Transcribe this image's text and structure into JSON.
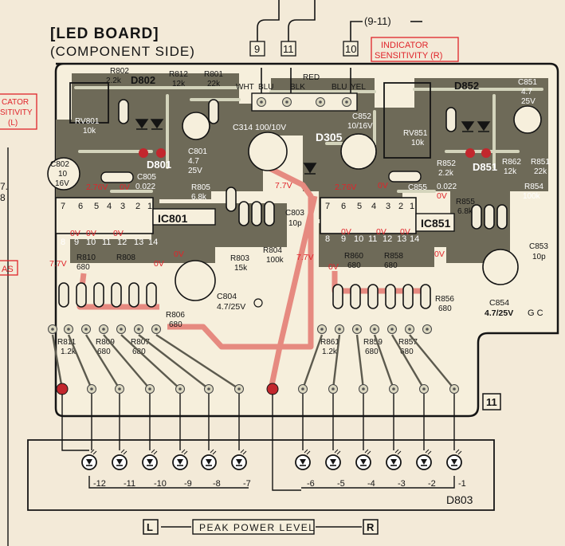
{
  "title_line1": "[LED BOARD]",
  "title_line2": "(COMPONENT SIDE)",
  "connector_bracket": "(9-11)",
  "connector_pins": [
    "9",
    "11",
    "10"
  ],
  "indicator_sensitivity_right": [
    "INDICATOR",
    "SENSITIVITY (R)"
  ],
  "indicator_sensitivity_left": [
    "CATOR",
    "SITIVITY",
    "(L)"
  ],
  "left_margin_ref": [
    "7.",
    "8"
  ],
  "left_margin_tag": "AS",
  "wire_colors": [
    "WHT",
    "BLU",
    "BLK",
    "RED",
    "BLU",
    "YEL"
  ],
  "capacitor_c314": "C314 100/10V",
  "capacitor_c852": [
    "C852",
    "10/16V"
  ],
  "diode_d305": "D305",
  "left_components": {
    "r802": [
      "R802",
      "2.2k"
    ],
    "d802": "D802",
    "r812": [
      "R812",
      "12k"
    ],
    "r801": [
      "R801",
      "22k"
    ],
    "rv801": [
      "RV801",
      "10k"
    ],
    "d801": "D801",
    "c801": [
      "C801",
      "4.7",
      "25V"
    ],
    "c802": [
      "C802",
      "10",
      "16V"
    ],
    "c805": [
      "C805",
      "0.022"
    ],
    "r805": [
      "R805",
      "6.8k"
    ],
    "ic801": "IC801",
    "c803": [
      "C803",
      "10p"
    ],
    "r804": [
      "R804",
      "100k"
    ],
    "r803": [
      "R803",
      "15k"
    ],
    "c804": [
      "C804",
      "4.7/25V"
    ],
    "r810": [
      "R810",
      "680"
    ],
    "r808": "R808",
    "r806": [
      "R806",
      "680"
    ],
    "r811": [
      "R811",
      "1.2k"
    ],
    "r809": [
      "R809",
      "680"
    ],
    "r807": [
      "R807",
      "680"
    ]
  },
  "right_components": {
    "d852": "D852",
    "c851": [
      "C851",
      "4.7",
      "25V"
    ],
    "rv851": [
      "RV851",
      "10k"
    ],
    "r852": [
      "R852",
      "2.2k"
    ],
    "d851": "D851",
    "r862": [
      "R862",
      "12k"
    ],
    "r851": [
      "R851",
      "22k"
    ],
    "c855": [
      "C855",
      "0.022"
    ],
    "r854": [
      "R854",
      "100k"
    ],
    "r855": [
      "R855",
      "6.8k"
    ],
    "ic851": "IC851",
    "c853": [
      "C853",
      "10p"
    ],
    "r860": [
      "R860",
      "680"
    ],
    "r858": [
      "R858",
      "680"
    ],
    "r856": [
      "R856",
      "680"
    ],
    "c854": [
      "C854",
      "4.7/25V"
    ],
    "r861": [
      "R861",
      "1.2k"
    ],
    "r859": [
      "R859",
      "680"
    ],
    "r857": [
      "R857",
      "680"
    ],
    "mirror_mark": "G C"
  },
  "voltages": {
    "v276": "2.76V",
    "v0": "0V",
    "v77": "7.7V"
  },
  "ic_pins_top": [
    "7",
    "6",
    "5",
    "4",
    "3",
    "2",
    "1"
  ],
  "ic_pins_bottom": [
    "8",
    "9",
    "10",
    "11",
    "12",
    "13",
    "14"
  ],
  "board_marker": "11",
  "led_labels": [
    "-12",
    "-11",
    "-10",
    "-9",
    "-8",
    "-7",
    "-6",
    "-5",
    "-4",
    "-3",
    "-2",
    "-1"
  ],
  "led_group_label": "D803",
  "legend": {
    "left": "L",
    "center": "PEAK POWER LEVEL",
    "right": "R"
  },
  "colors": {
    "board": "#6e6a58",
    "trace": "#d4d4bc",
    "red_trace": "#e68a80",
    "accent_red": "#e0242a",
    "paper": "#f3ead8"
  }
}
